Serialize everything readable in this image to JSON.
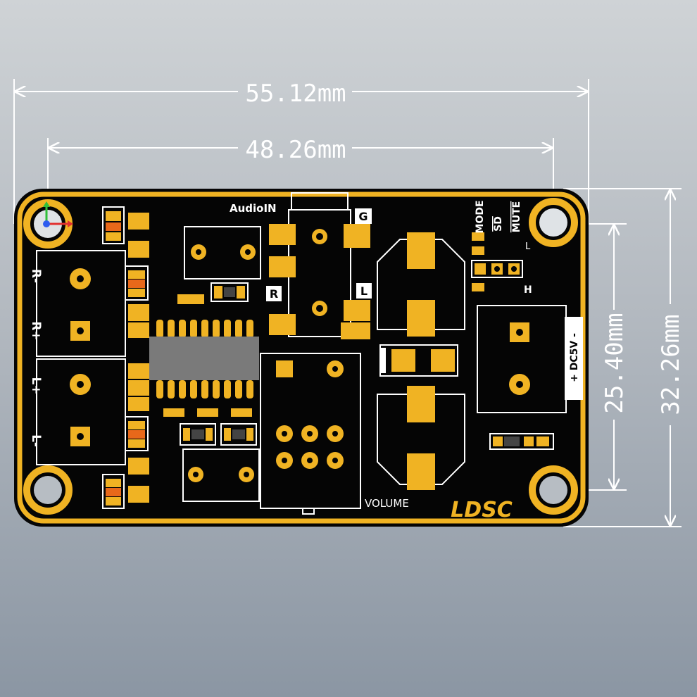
{
  "colors": {
    "board": "#050505",
    "gold": "#f0b323",
    "gold_dark": "#c88a10",
    "silk": "#ffffff",
    "chip": "#7a7a7a",
    "dimension_line": "#ffffff",
    "orange_part": "#e8681a",
    "axis_red": "#e23030",
    "axis_green": "#2fbf3a",
    "axis_blue": "#2d5cf0"
  },
  "dimensions": {
    "overall_width": "55.12mm",
    "hole_width": "48.26mm",
    "hole_height": "25.40mm",
    "overall_height": "32.26mm"
  },
  "labels": {
    "audio_in": "AudioIN",
    "g": "G",
    "r": "R",
    "l": "L",
    "mode": "MODE",
    "sd": "SD",
    "mute": "MUTE",
    "switch_l": "L",
    "switch_h": "H",
    "dc5v": "+ DC5V -",
    "r_minus": "R-",
    "r_plus": "R+",
    "l_plus": "L+",
    "l_minus": "L-",
    "volume": "VOLUME",
    "logo": "LDSC"
  },
  "icons": {
    "axis": "xyz-axis-icon"
  }
}
